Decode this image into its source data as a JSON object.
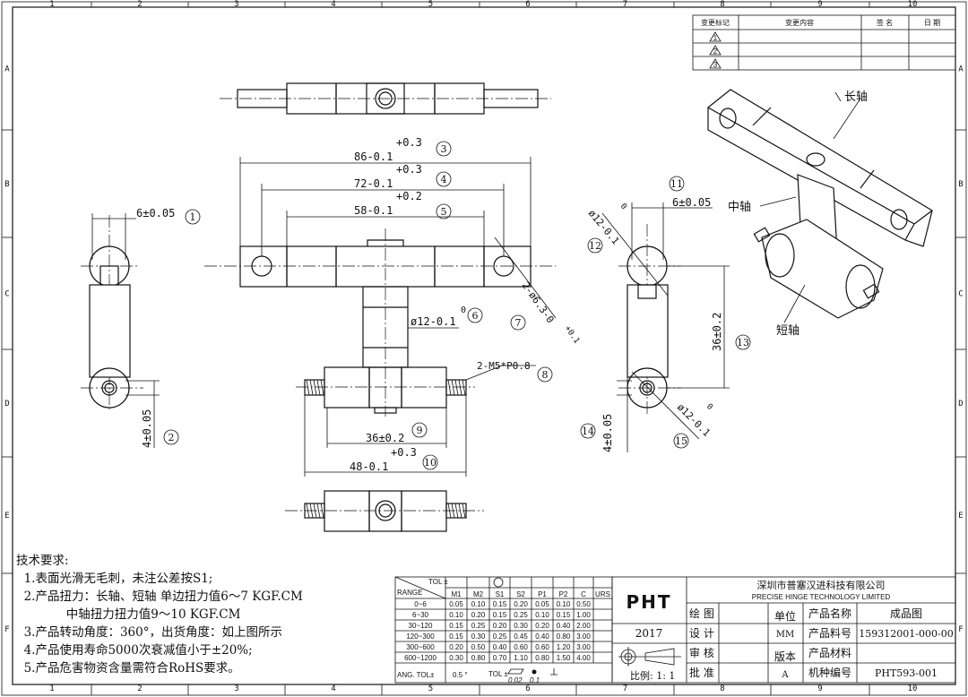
{
  "frame": {
    "columns": [
      "1",
      "2",
      "3",
      "4",
      "5",
      "6",
      "7",
      "8",
      "9",
      "10"
    ],
    "rows": [
      "A",
      "B",
      "C",
      "D",
      "E",
      "F"
    ]
  },
  "revision_table": {
    "headers": [
      "变更标记",
      "变更内容",
      "签 名",
      "日 期"
    ],
    "marks": [
      "1",
      "2",
      "3"
    ]
  },
  "dimensions": {
    "d86": {
      "tol_upper": "+0.3",
      "value": "86-0.1",
      "id": "3"
    },
    "d72": {
      "tol_upper": "+0.3",
      "value": "72-0.1",
      "id": "4"
    },
    "d58": {
      "tol_upper": "+0.2",
      "value": "58-0.1",
      "id": "5"
    },
    "d6_left": {
      "value": "6±0.05",
      "id": "1"
    },
    "d4_left": {
      "value": "4±0.05",
      "id": "2"
    },
    "dia12_mid": {
      "tol_upper": "0",
      "value": "ø12-0.1",
      "id": "6"
    },
    "holes": {
      "value": "2-ø6.3-0",
      "tol_upper": "+0.1",
      "id": "7"
    },
    "thread": {
      "value": "2-M5*P0.8",
      "id": "8"
    },
    "d36_shaft": {
      "value": "36±0.2",
      "id": "9"
    },
    "d48": {
      "tol_upper": "+0.3",
      "value": "48-0.1",
      "id": "10"
    },
    "d6_right": {
      "value": "6±0.05",
      "id": "11"
    },
    "dia12_top": {
      "value": "ø12-0.1",
      "tol_upper": "0",
      "id": "12"
    },
    "d36_vert": {
      "value": "36±0.2",
      "id": "13"
    },
    "d4_right": {
      "value": "4±0.05",
      "id": "14"
    },
    "dia12_bot": {
      "value": "ø12-0.1",
      "tol_upper": "0",
      "id": "15"
    }
  },
  "iso_labels": {
    "long_axis": "长轴",
    "middle_axis": "中轴",
    "short_axis": "短轴"
  },
  "notes": {
    "title": "技术要求:",
    "lines": [
      "  1.表面光滑无毛刺，未注公差按S1;",
      "  2.产品扭力：长轴、短轴 单边扭力值6～7 KGF.CM",
      "             中轴扭力扭力值9～10 KGF.CM",
      "  3.产品转动角度：360°，出货角度：如上图所示",
      "  4.产品使用寿命5000次衰减值小于±20%;",
      "  5.产品危害物资含量需符合RoHS要求。"
    ]
  },
  "tolerance_table": {
    "corner_top": "TOL ±",
    "corner_bottom": "RANGE",
    "headers": [
      "M1",
      "M2",
      "S1",
      "S2",
      "P1",
      "P2",
      "C",
      "URS"
    ],
    "rows": [
      {
        "range": "0~6",
        "values": [
          "0.05",
          "0.10",
          "0.15",
          "0.20",
          "0.05",
          "0.10",
          "0.50",
          ""
        ]
      },
      {
        "range": "6~30",
        "values": [
          "0.10",
          "0.20",
          "0.15",
          "0.25",
          "0.10",
          "0.15",
          "1.00",
          ""
        ]
      },
      {
        "range": "30~120",
        "values": [
          "0.15",
          "0.25",
          "0.20",
          "0.30",
          "0.20",
          "0.40",
          "2.00",
          ""
        ]
      },
      {
        "range": "120~300",
        "values": [
          "0.15",
          "0.30",
          "0.25",
          "0.45",
          "0.40",
          "0.80",
          "3.00",
          ""
        ]
      },
      {
        "range": "300~600",
        "values": [
          "0.20",
          "0.50",
          "0.40",
          "0.60",
          "0.60",
          "1.20",
          "3.00",
          ""
        ]
      },
      {
        "range": "600~1200",
        "values": [
          "0.30",
          "0.80",
          "0.70",
          "1.10",
          "0.80",
          "1.50",
          "4.00",
          ""
        ]
      }
    ],
    "ang_label": "ANG.   TOL±",
    "ang_value": "0.5 °",
    "tol_label": "TOL ±",
    "flatness": "0.02",
    "position": "0.1"
  },
  "title_block": {
    "logo": "PHT",
    "year": "2017",
    "scale": "比例: 1: 1",
    "company_cn": "深圳市普塞汉进科技有限公司",
    "company_en": "PRECISE HINGE TECHNOLOGY LIMITED",
    "roles": [
      "绘  图",
      "设  计",
      "审  核",
      "批  准"
    ],
    "unit_label": "单位",
    "unit_value": "MM",
    "version_label": "版本",
    "version_value": "A",
    "fields": [
      {
        "label": "产品名称",
        "value": "成品图"
      },
      {
        "label": "产品料号",
        "value": "159312001-000-00"
      },
      {
        "label": "产品材料",
        "value": ""
      },
      {
        "label": "机种编号",
        "value": "PHT593-001"
      }
    ]
  }
}
